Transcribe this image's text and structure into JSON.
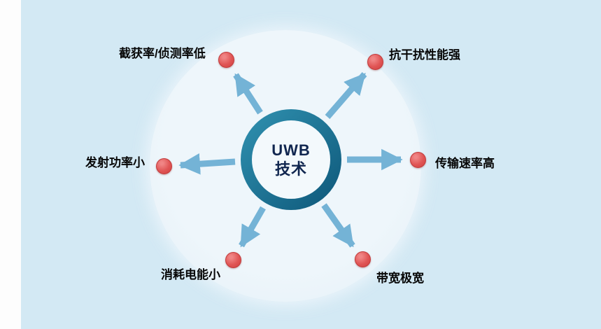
{
  "diagram": {
    "center": {
      "line1": "UWB",
      "line2": "技术"
    },
    "nodes": [
      {
        "id": "top-left",
        "label": "截获率/侦测率低"
      },
      {
        "id": "top-right",
        "label": "抗干扰性能强"
      },
      {
        "id": "right",
        "label": "传输速率高"
      },
      {
        "id": "bottom-right",
        "label": "带宽极宽"
      },
      {
        "id": "bottom-left",
        "label": "消耗电能小"
      },
      {
        "id": "left",
        "label": "发射功率小"
      }
    ],
    "colors": {
      "background": "#d3e9f4",
      "halo": "#eef6fb",
      "ring": "#176a8e",
      "arrow": "#74b3d6",
      "dot": "#e05555",
      "label_text": "#060606",
      "center_text": "#10264f"
    }
  }
}
